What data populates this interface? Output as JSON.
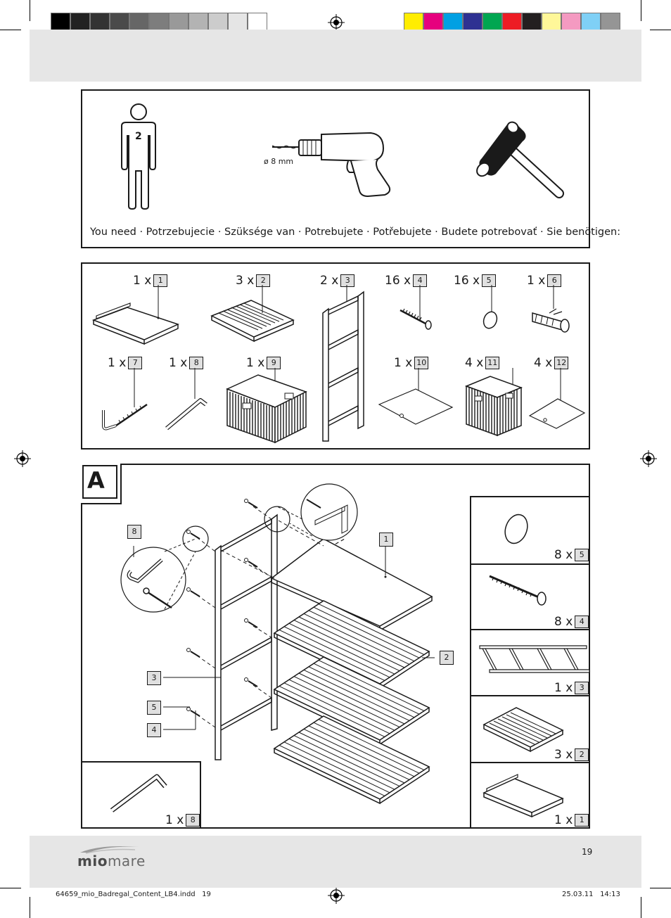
{
  "page": {
    "page_number": "19",
    "footer_file": "64659_mio_Badregal_Content_LB4.indd   19",
    "footer_date": "25.03.11   14:13",
    "brand": {
      "mio": "mio",
      "mare": "mare"
    }
  },
  "color_bar": {
    "grays": [
      "#000000",
      "#222222",
      "#333333",
      "#4a4a4a",
      "#666666",
      "#7d7d7d",
      "#999999",
      "#b3b3b3",
      "#cccccc",
      "#e5e5e5",
      "#ffffff"
    ],
    "colors": [
      "#ffed00",
      "#e6007e",
      "#00a0e3",
      "#2e3192",
      "#00a651",
      "#ed1c24",
      "#231f20",
      "#fff799",
      "#f49ac1",
      "#7fd0f6",
      "#959595"
    ]
  },
  "tools": {
    "persons": "2",
    "drill_bit": "ø 8 mm",
    "you_need": "You need · Potrzebujecie · Szüksége van · Potrebujete · Potřebujete · Budete potrebovať · Sie benötigen:"
  },
  "parts": [
    {
      "qty": "1 x",
      "num": "1"
    },
    {
      "qty": "3 x",
      "num": "2"
    },
    {
      "qty": "2 x",
      "num": "3"
    },
    {
      "qty": "16 x",
      "num": "4"
    },
    {
      "qty": "16 x",
      "num": "5"
    },
    {
      "qty": "1 x",
      "num": "6"
    },
    {
      "qty": "1 x",
      "num": "7"
    },
    {
      "qty": "1 x",
      "num": "8"
    },
    {
      "qty": "1 x",
      "num": "9"
    },
    {
      "qty": "1 x",
      "num": "10"
    },
    {
      "qty": "4 x",
      "num": "11"
    },
    {
      "qty": "4 x",
      "num": "12"
    }
  ],
  "step_a": {
    "label": "A",
    "callouts": [
      "8",
      "1",
      "2",
      "3",
      "5",
      "4"
    ],
    "side_items": [
      {
        "qty": "8 x",
        "num": "5"
      },
      {
        "qty": "8 x",
        "num": "4"
      },
      {
        "qty": "1 x",
        "num": "3"
      },
      {
        "qty": "3 x",
        "num": "2"
      },
      {
        "qty": "1 x",
        "num": "1"
      }
    ],
    "bottom_item": {
      "qty": "1 x",
      "num": "8"
    }
  }
}
